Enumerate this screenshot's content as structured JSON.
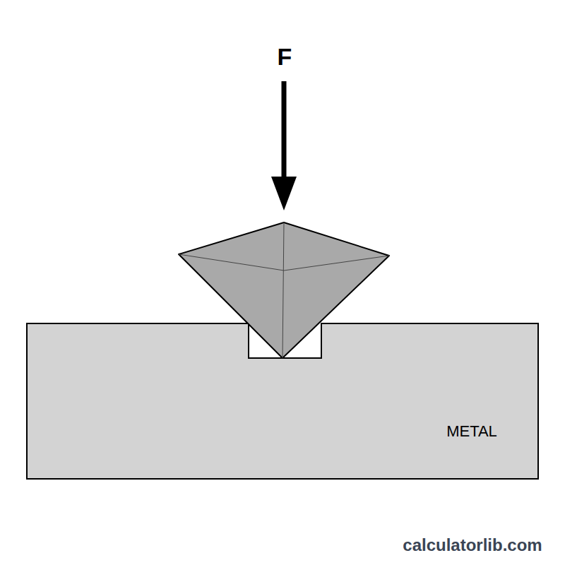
{
  "diagram": {
    "nodes": [
      {
        "text": [
          "METAL"
        ]
      }
    ],
    "labels": [
      "F",
      "calculatorlib.com"
    ]
  }
}
